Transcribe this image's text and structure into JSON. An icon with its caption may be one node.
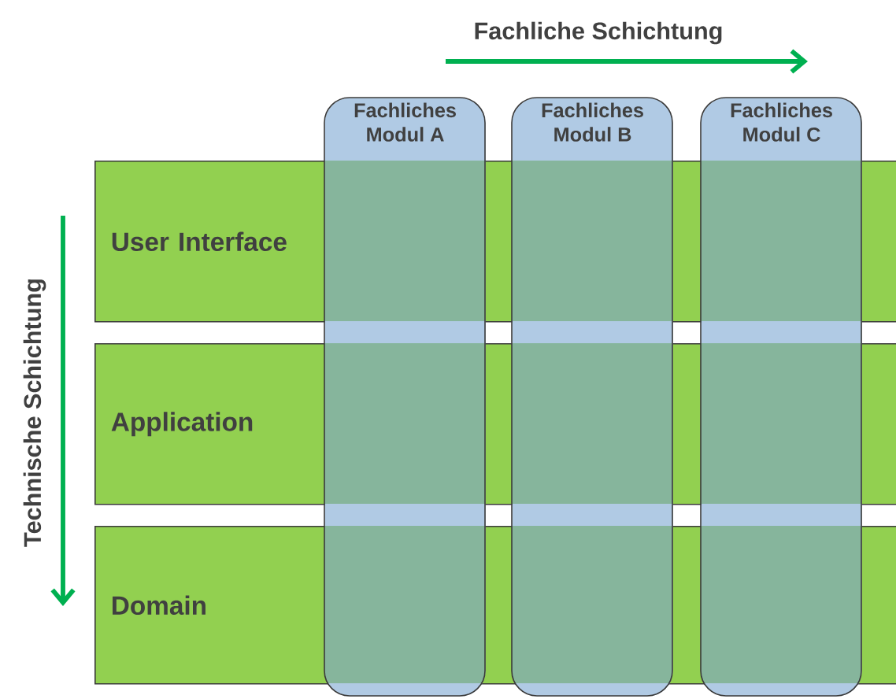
{
  "diagram": {
    "nodes": [
      {
        "text": [
          "User Interface"
        ]
      },
      {
        "text": [
          "Application"
        ]
      },
      {
        "text": [
          "Domain"
        ]
      },
      {
        "text": [
          "Fachliches Modul A"
        ]
      },
      {
        "text": [
          "Fachliches Modul B"
        ]
      },
      {
        "text": [
          "Fachliches Modul C"
        ]
      }
    ],
    "labels": [
      "Fachliche Schichtung",
      "Technische Schichtung"
    ]
  }
}
